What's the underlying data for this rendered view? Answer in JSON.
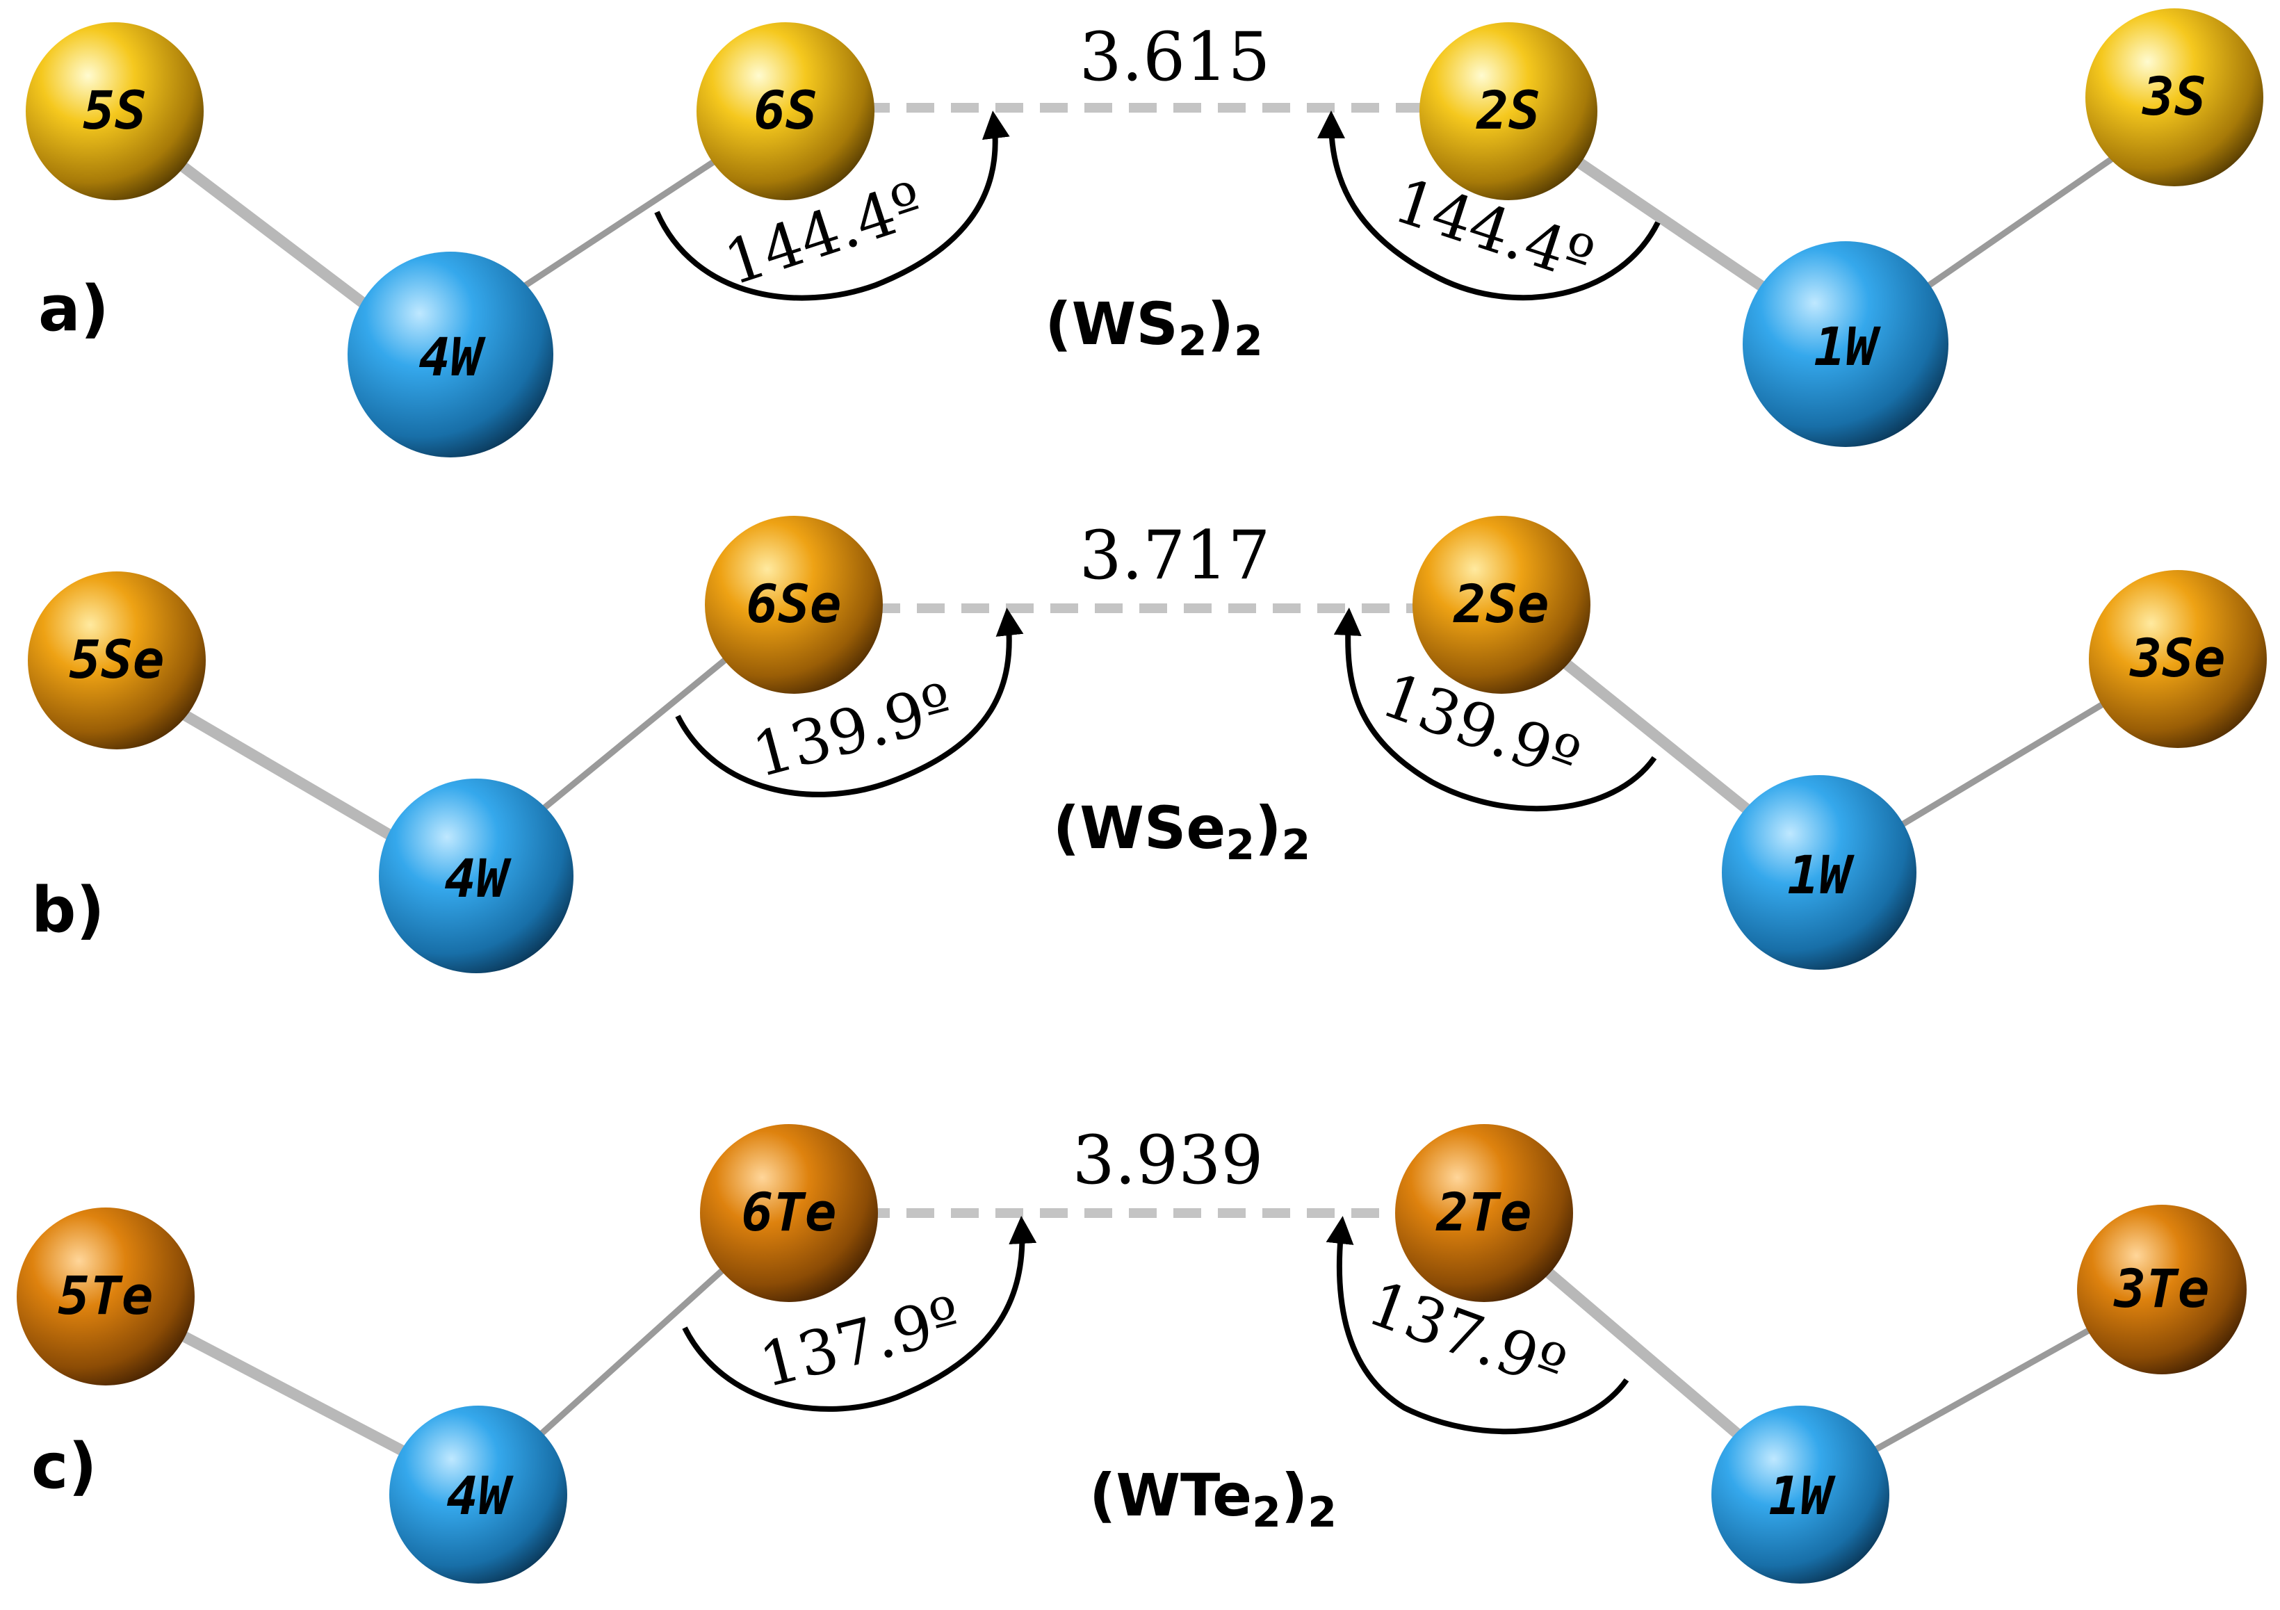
{
  "colors": {
    "tungsten": "#2f9fe0",
    "sulfur": "#f0c020",
    "selenium": "#eaa010",
    "tellurium": "#d9800c",
    "bond": "#b8b8b8",
    "dash": "#bdbdbd",
    "arrow": "#000000"
  },
  "panels": [
    {
      "label": "a)",
      "formula": {
        "base": "(WS",
        "sub1": "2",
        "close": ")",
        "sub2": "2"
      },
      "distance": "3.615",
      "angle_left": "144.4º",
      "angle_right": "144.4º",
      "atoms": {
        "a5": "5S",
        "a6": "6S",
        "a4": "4W",
        "a2": "2S",
        "a3": "3S",
        "a1": "1W"
      }
    },
    {
      "label": "b)",
      "formula": {
        "base": "(WSe",
        "sub1": "2",
        "close": ")",
        "sub2": "2"
      },
      "distance": "3.717",
      "angle_left": "139.9º",
      "angle_right": "139.9º",
      "atoms": {
        "a5": "5Se",
        "a6": "6Se",
        "a4": "4W",
        "a2": "2Se",
        "a3": "3Se",
        "a1": "1W"
      }
    },
    {
      "label": "c)",
      "formula": {
        "base": "(WTe",
        "sub1": "2",
        "close": ")",
        "sub2": "2"
      },
      "distance": "3.939",
      "angle_left": "137.9º",
      "angle_right": "137.9º",
      "atoms": {
        "a5": "5Te",
        "a6": "6Te",
        "a4": "4W",
        "a2": "2Te",
        "a3": "3Te",
        "a1": "1W"
      }
    }
  ]
}
